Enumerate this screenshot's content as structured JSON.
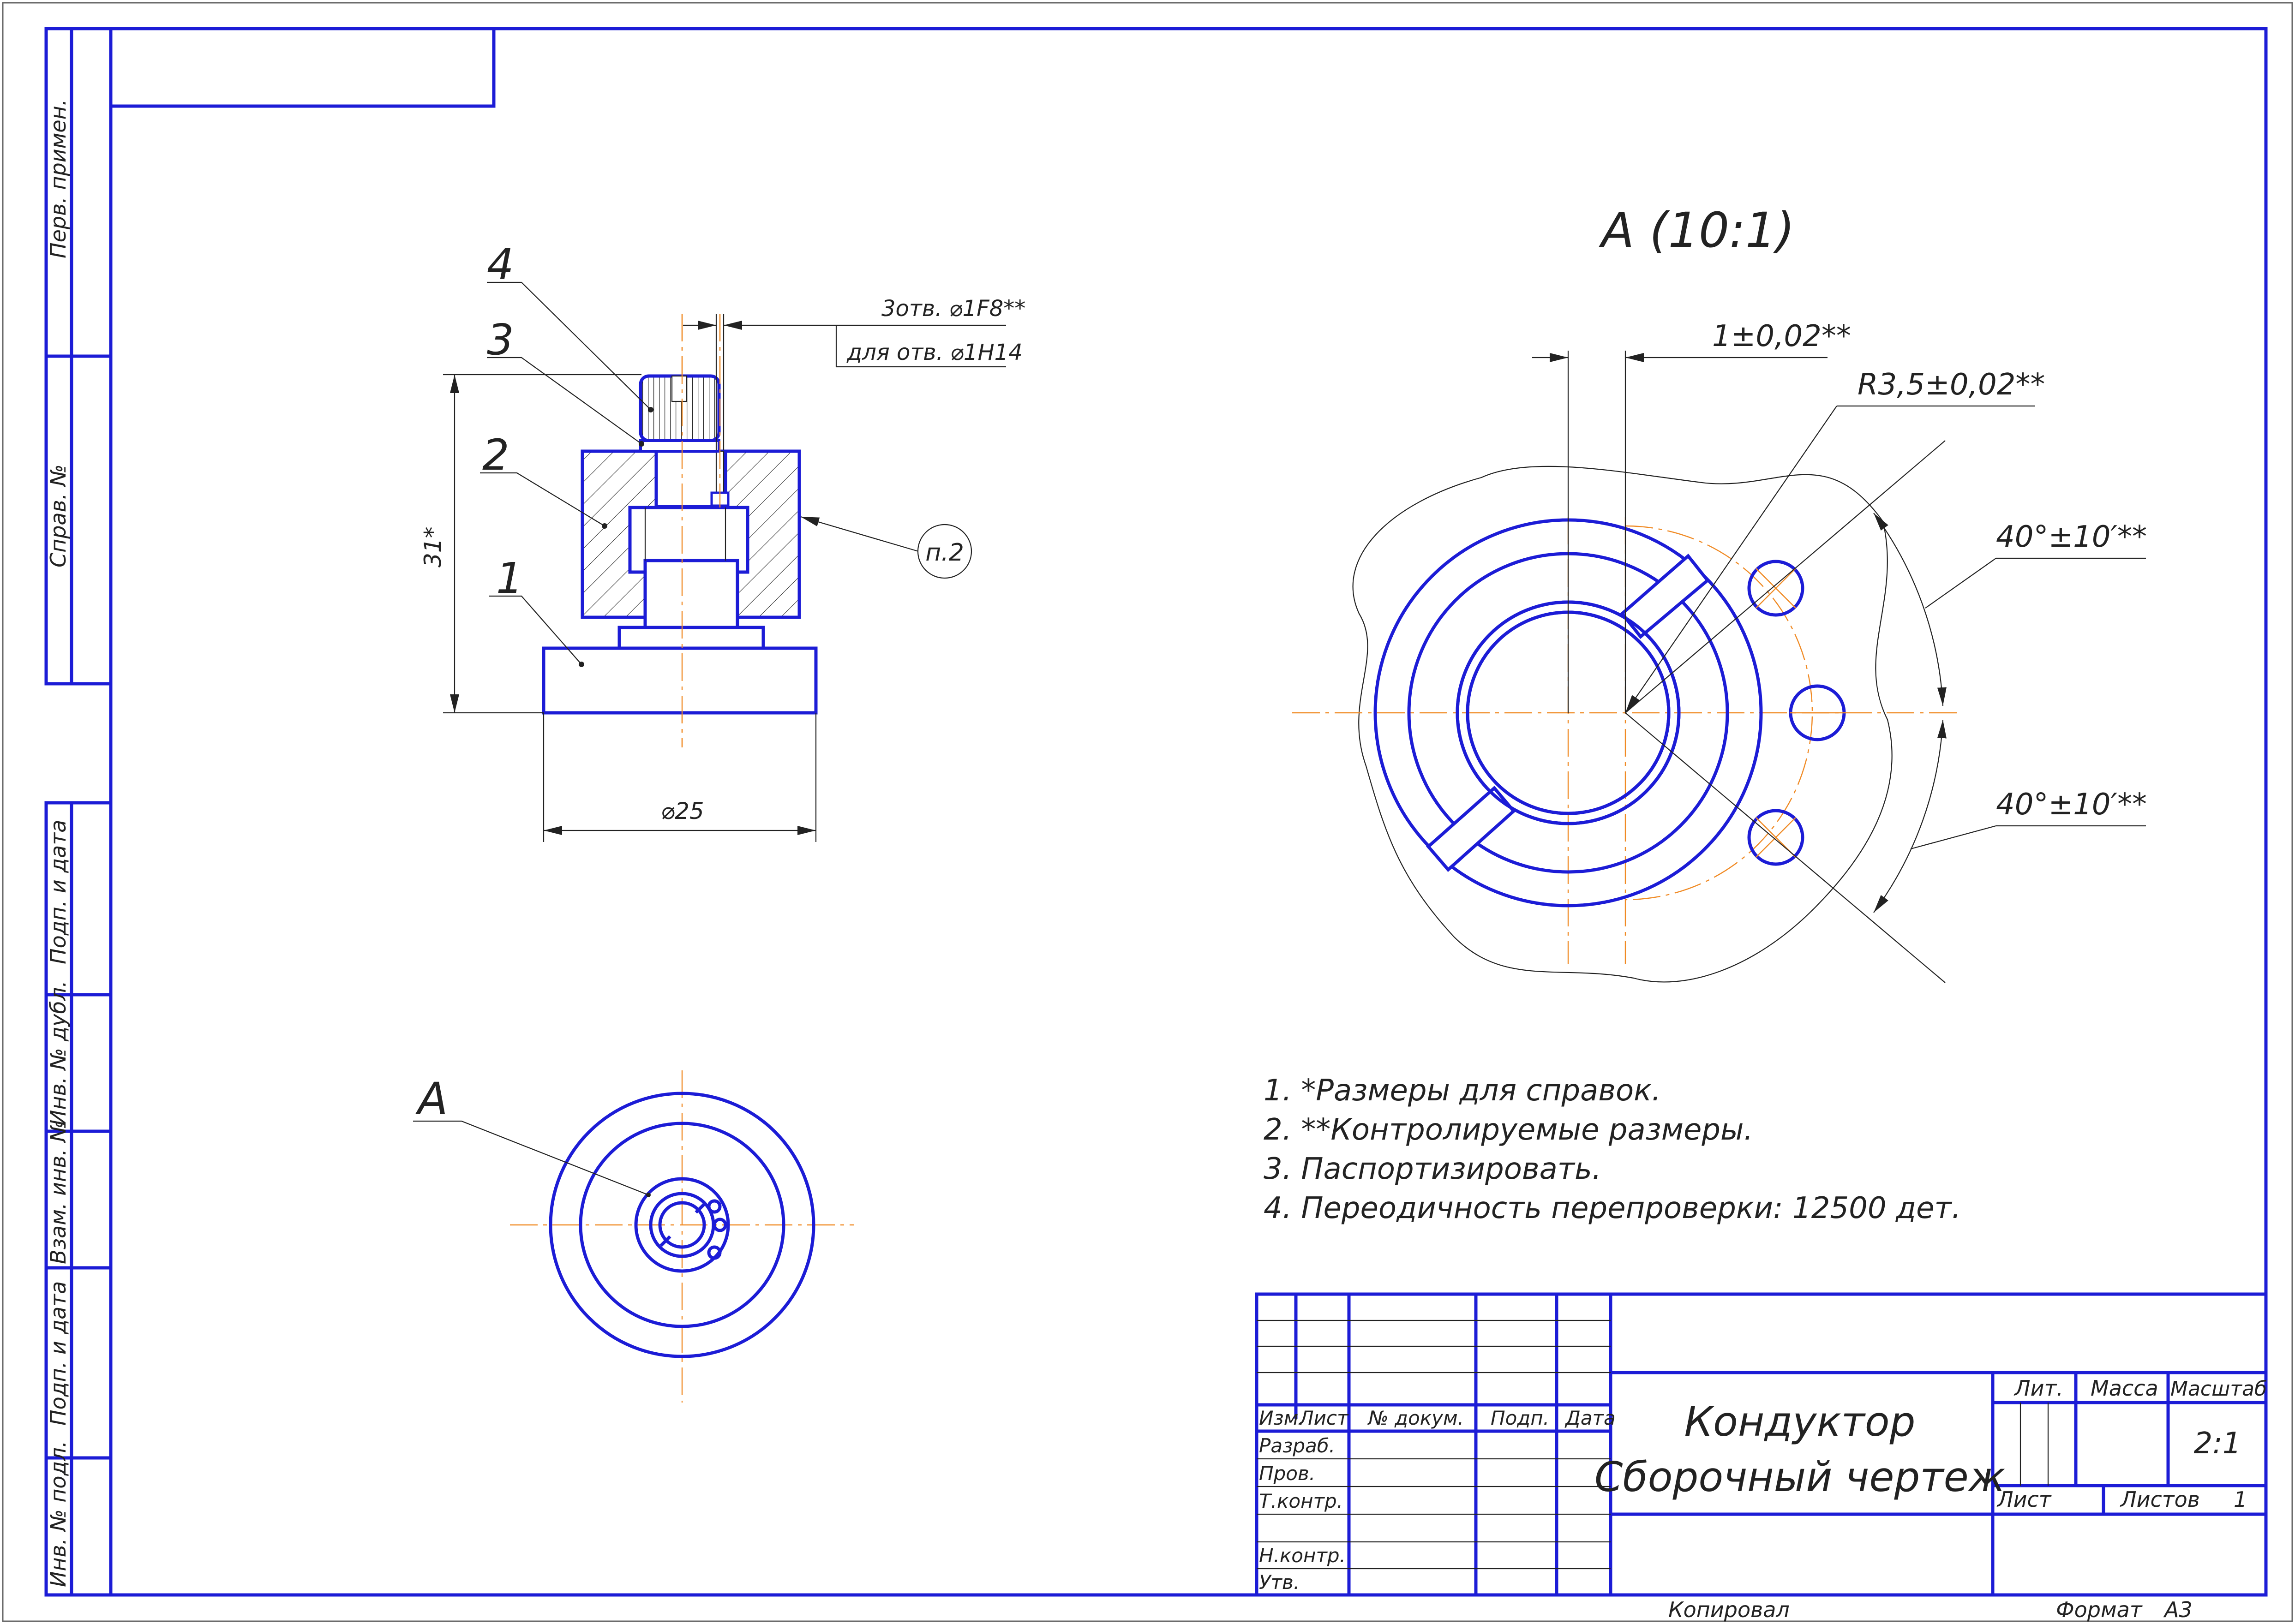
{
  "side_labels": {
    "perv_primen": "Перв. примен.",
    "sprav_no": "Справ. №",
    "podp_i_data_1": "Подп. и дата",
    "inv_no_dubl": "Инв. № дубл.",
    "vzam_inv_no": "Взам. инв. №",
    "podp_i_data_2": "Подп. и дата",
    "inv_no_podl": "Инв. № подл."
  },
  "main_view": {
    "leaders": [
      "4",
      "3",
      "2",
      "1"
    ],
    "hole_note_top": "3отв. ⌀1F8**",
    "hole_note_bottom": "для отв. ⌀1H14",
    "height_dim": "31*",
    "diameter_dim": "⌀25",
    "callout": "п.2"
  },
  "plan_view": {
    "label": "A"
  },
  "detail_view": {
    "title": "A (10:1)",
    "dim_width": "1±0,02**",
    "dim_radius": "R3,5±0,02**",
    "angle_top": "40°±10′**",
    "angle_bottom": "40°±10′**"
  },
  "notes": [
    "1.  *Размеры для справок.",
    "2.  **Контролируемые размеры.",
    "3. Паспортизировать.",
    "4. Переодичность перепроверки: 12500 дет."
  ],
  "title_block": {
    "headers": {
      "izm": "Изм.",
      "list": "Лист",
      "dokum": "№ докум.",
      "podp": "Подп.",
      "data": "Дата"
    },
    "rows": {
      "razrab": "Разраб.",
      "prov": "Пров.",
      "tkontr": "Т.контр.",
      "nkontr": "Н.контр.",
      "utv": "Утв."
    },
    "name_line1": "Кондуктор",
    "name_line2": "Сборочный чертеж",
    "lit": "Лит.",
    "massa": "Масса",
    "masshtab": "Масштаб",
    "scale_value": "2:1",
    "list_label": "Лист",
    "listov_label": "Листов",
    "listov_value": "1"
  },
  "footer": {
    "kopiroval": "Копировал",
    "format_label": "Формат",
    "format_value": "А3"
  },
  "colors": {
    "line_main": "#1c1cd6",
    "line_thin": "#222222",
    "axis": "#f08a24"
  }
}
